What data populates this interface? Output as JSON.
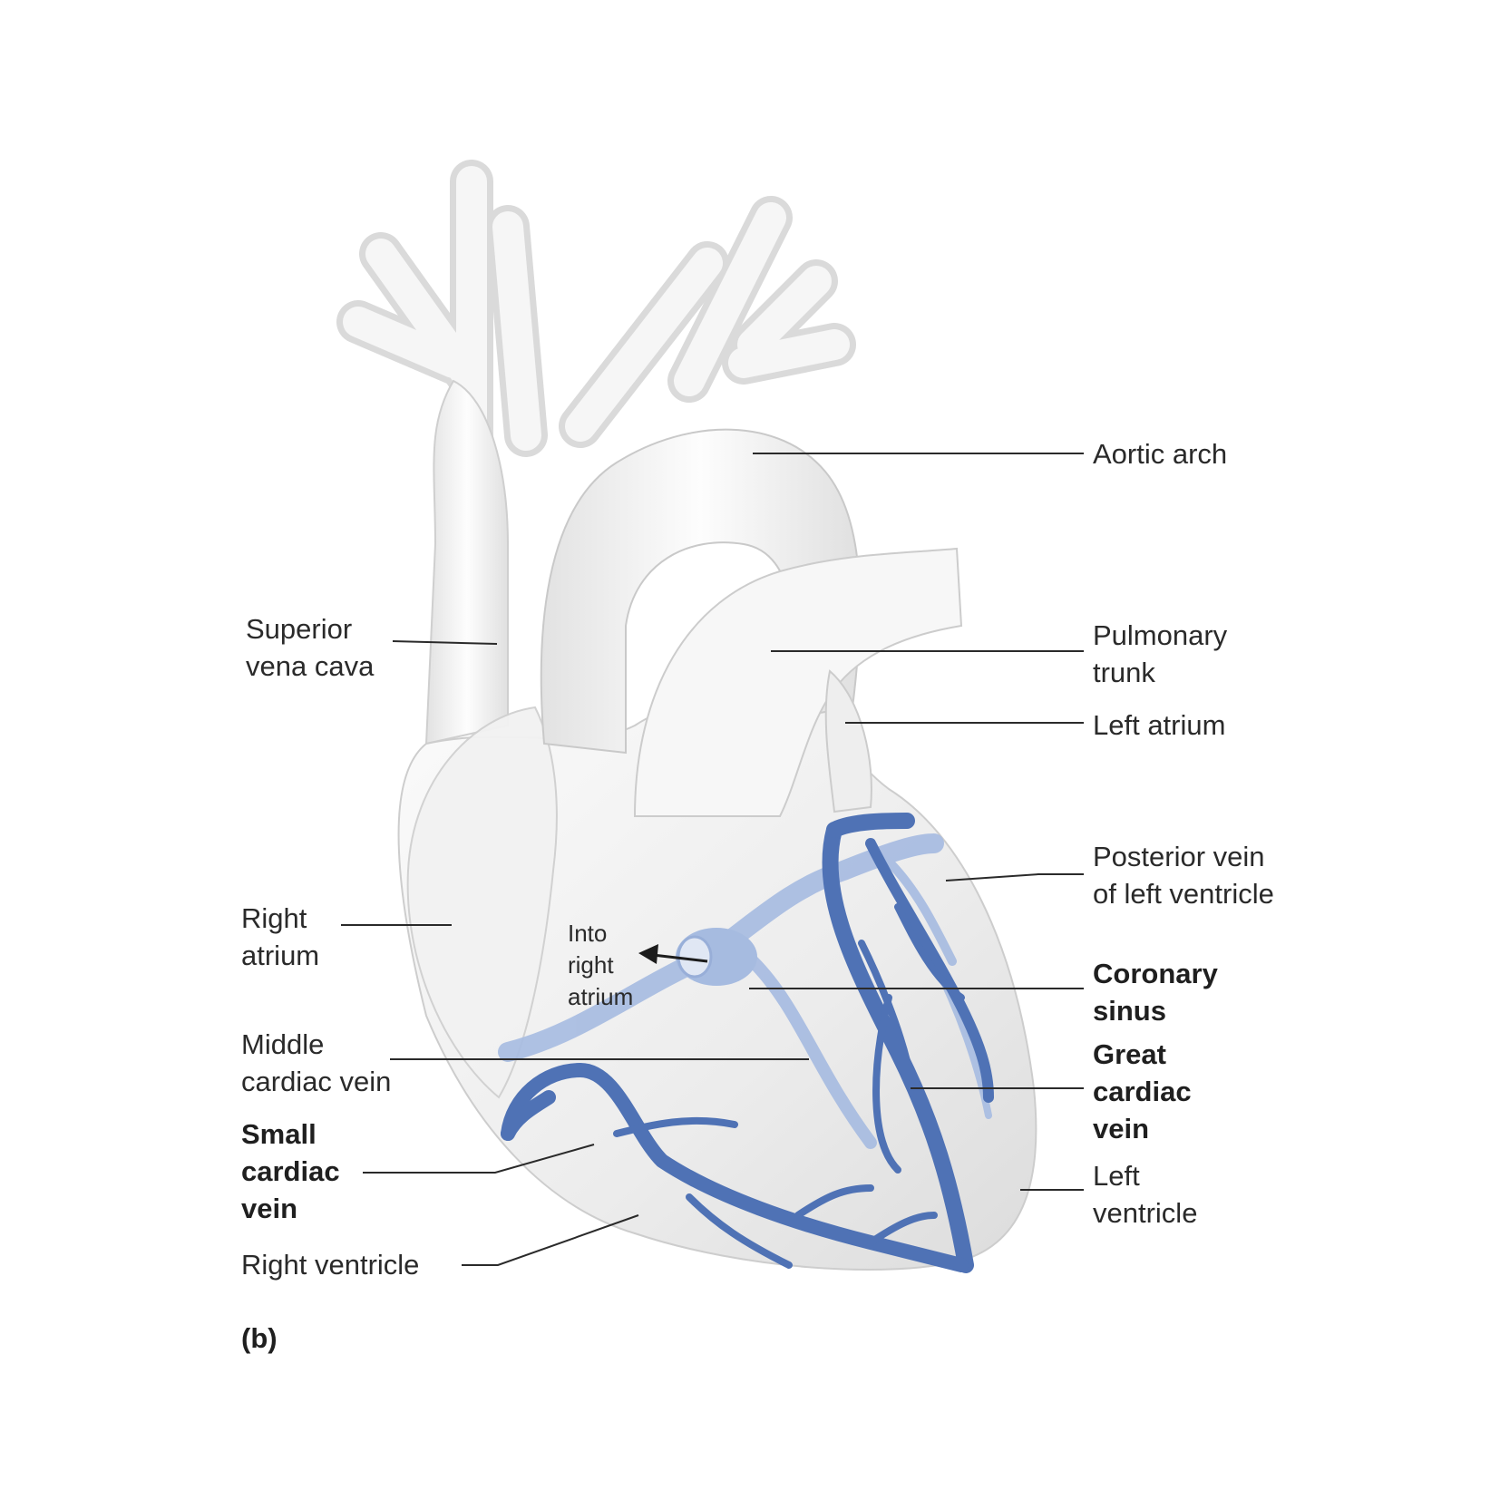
{
  "labels": {
    "aortic_arch": [
      "Aortic arch"
    ],
    "pulmonary_trunk": [
      "Pulmonary",
      "trunk"
    ],
    "left_atrium": [
      "Left atrium"
    ],
    "superior_vena_cava": [
      "Superior",
      "vena cava"
    ],
    "posterior_vein": [
      "Posterior vein",
      "of left ventricle"
    ],
    "right_atrium": [
      "Right",
      "atrium"
    ],
    "into_right_atrium": [
      "Into",
      "right",
      "atrium"
    ],
    "coronary_sinus": [
      "Coronary",
      "sinus"
    ],
    "middle_cardiac_vein": [
      "Middle",
      "cardiac vein"
    ],
    "great_cardiac_vein": [
      "Great",
      "cardiac",
      "vein"
    ],
    "small_cardiac_vein": [
      "Small",
      "cardiac",
      "vein"
    ],
    "left_ventricle": [
      "Left",
      "ventricle"
    ],
    "right_ventricle": [
      "Right ventricle"
    ],
    "panel_letter": "(b)"
  },
  "colors": {
    "vein_dark": "#4f72b5",
    "vein_light": "#9fb6df",
    "heart_fill": "#efefef",
    "leader_line": "#2a2a2a"
  }
}
